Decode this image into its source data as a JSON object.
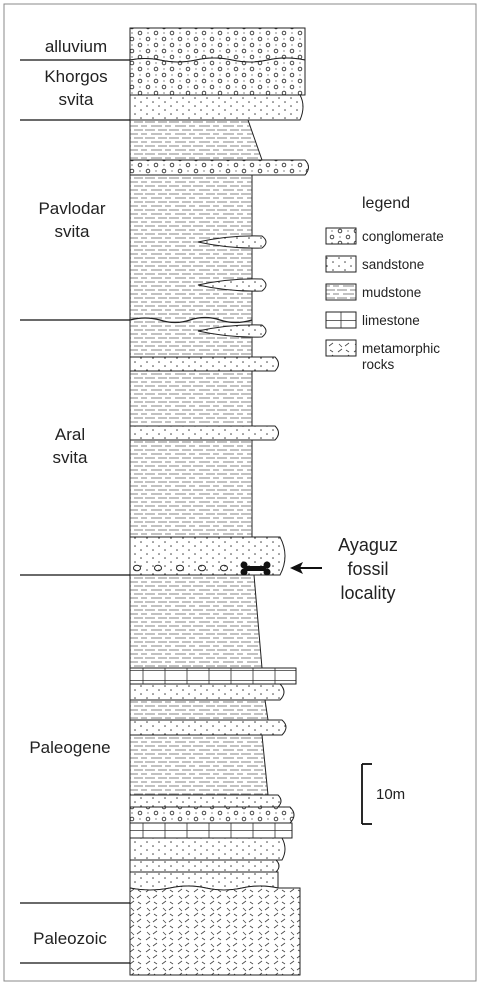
{
  "units": [
    {
      "name": "alluvium"
    },
    {
      "name": "Khorgos svita"
    },
    {
      "name": "Pavlodar svita"
    },
    {
      "name": "Aral svita"
    },
    {
      "name": "Paleogene"
    },
    {
      "name": "Paleozoic"
    }
  ],
  "legend": {
    "title": "legend",
    "items": [
      {
        "key": "conglomerate",
        "label": "conglomerate"
      },
      {
        "key": "sandstone",
        "label": "sandstone"
      },
      {
        "key": "mudstone",
        "label": "mudstone"
      },
      {
        "key": "limestone",
        "label": "limestone"
      },
      {
        "key": "metamorphic",
        "label": "metamorphic rocks"
      }
    ]
  },
  "locality_label": "Ayaguz fossil locality",
  "scale_bar": {
    "label": "10m"
  },
  "colors": {
    "ink": "#222222",
    "background": "#ffffff"
  }
}
